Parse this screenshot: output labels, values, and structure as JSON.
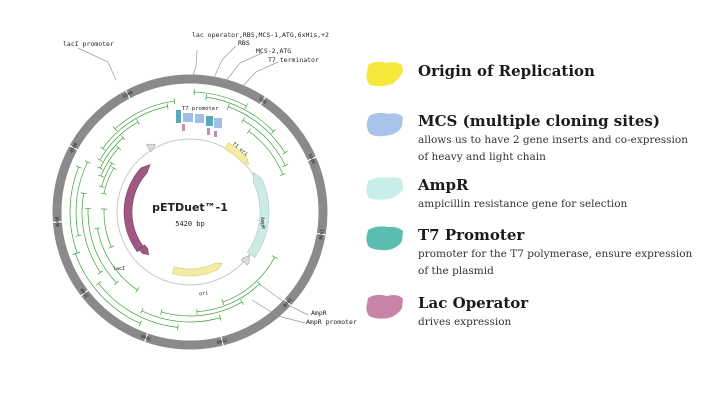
{
  "plasmid": {
    "name": "pETDuet™-1",
    "size": "5420 bp"
  },
  "outer_labels": [
    {
      "id": "lacI-promoter",
      "text": "lacI promoter"
    },
    {
      "id": "lac-operator",
      "text": "lac operator,RBS,MCS-1,ATG,6xHis,+2"
    },
    {
      "id": "rbs",
      "text": "RBS"
    },
    {
      "id": "mcs2",
      "text": "MCS-2,ATG"
    },
    {
      "id": "t7-terminator",
      "text": "T7 terminator"
    },
    {
      "id": "ampr",
      "text": "AmpR"
    },
    {
      "id": "ampr-promoter",
      "text": "AmpR promoter"
    }
  ],
  "feature_labels": [
    {
      "id": "t7-promoter-small",
      "text": "T7 promoter"
    },
    {
      "id": "f1-ori",
      "text": "f1 ori"
    },
    {
      "id": "ampr-inner",
      "text": "AmpR"
    },
    {
      "id": "ori",
      "text": "ori"
    },
    {
      "id": "lacI",
      "text": "lacI"
    }
  ],
  "ring_ticks": [
    "500",
    "1000",
    "1500",
    "2000",
    "2500",
    "3000",
    "3500",
    "4000",
    "4500",
    "5000"
  ],
  "legend": [
    {
      "title": "Origin of Replication",
      "desc": "",
      "color": "#f5e83a"
    },
    {
      "title": "MCS (multiple cloning sites)",
      "desc": "allows us to have 2 gene inserts and co-expression of heavy and light chain",
      "color": "#a9c3ea"
    },
    {
      "title": "AmpR",
      "desc": "ampicillin resistance gene for selection",
      "color": "#c8eeea"
    },
    {
      "title": "T7 Promoter",
      "desc": "promoter for the T7 polymerase, ensure expression of the plasmid",
      "color": "#5bbdb0"
    },
    {
      "title": "Lac Operator",
      "desc": "drives expression",
      "color": "#c884a8"
    }
  ],
  "colors": {
    "ring": "#8a8a8a",
    "enzyme_lines": "#3aa03a",
    "lacI": "#a05882",
    "ori": "#f3eca6",
    "ampr": "#cdeae5",
    "mcs": "#9fc0e6",
    "small_feature": "#c68db0"
  }
}
